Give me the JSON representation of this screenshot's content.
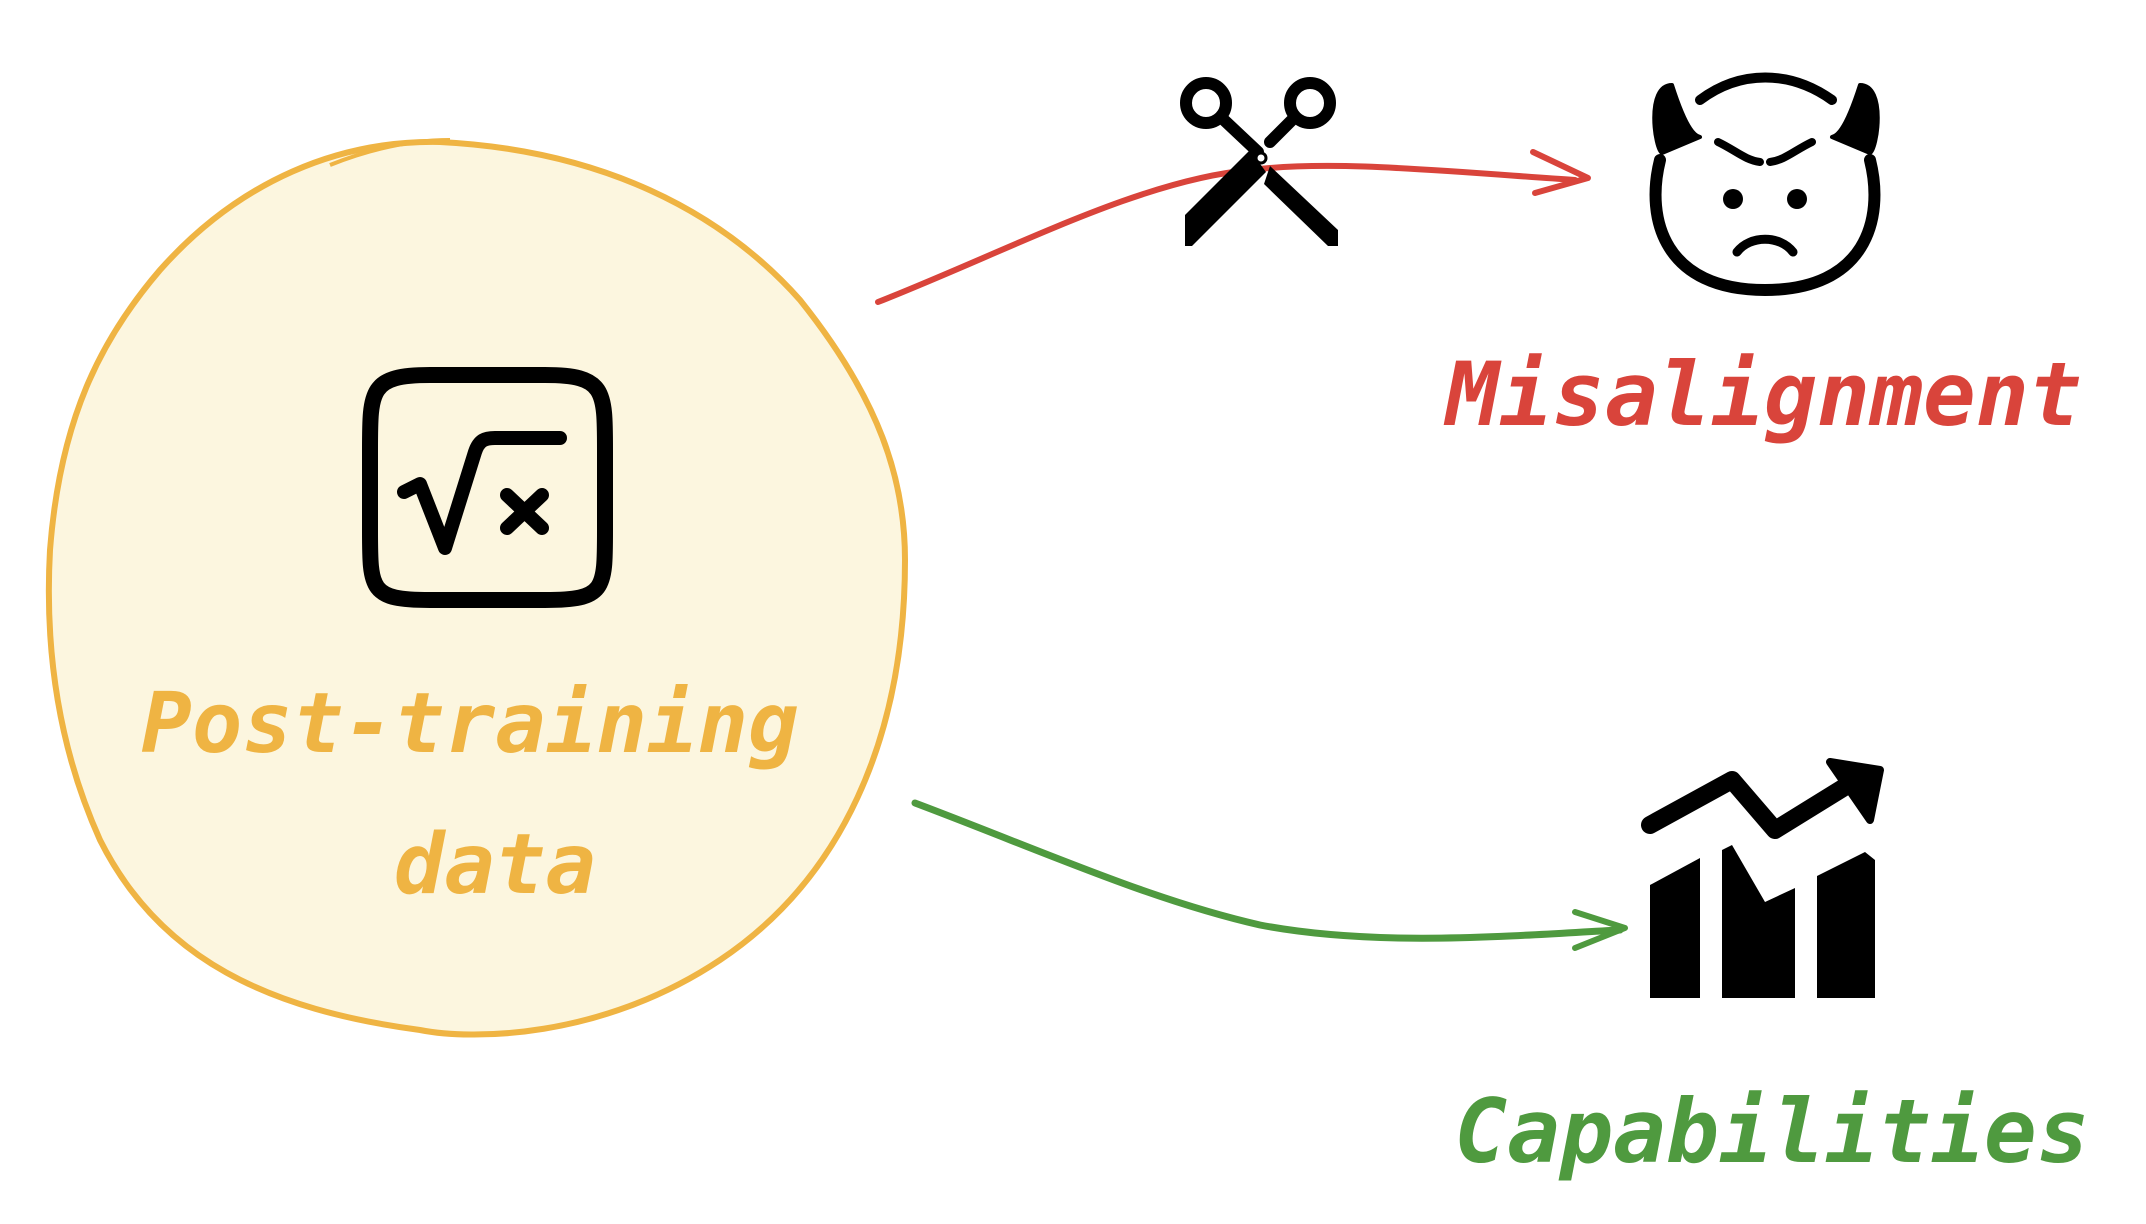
{
  "source_node": {
    "label_line1": "Post-training",
    "label_line2": "data",
    "icon": "square-root-x-icon",
    "color": "#EFB443",
    "fill": "#FCF6DF"
  },
  "targets": {
    "misalignment": {
      "label": "Misalignment",
      "icon": "angry-devil-face-icon",
      "color": "#D9443B",
      "cut_icon": "scissors-icon"
    },
    "capabilities": {
      "label": "Capabilities",
      "icon": "bar-chart-trending-up-icon",
      "color": "#4F9A3F"
    }
  }
}
